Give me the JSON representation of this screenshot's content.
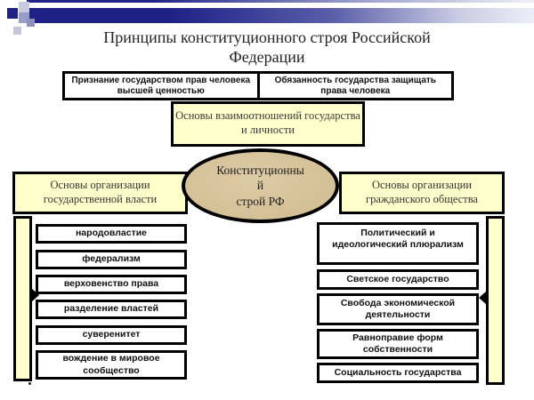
{
  "colors": {
    "accent_navy": "#1f2282",
    "pale_yellow": "#ffffcc",
    "parchment_tan": "#d4c096",
    "border_black": "#000000"
  },
  "title": "Принципы конституционного строя Российской Федерации",
  "top_row": {
    "left": "Признание государством прав человека высшей ценностью",
    "right": "Обязанность государства защищать права человека"
  },
  "relations_box": "Основы взаимоотношений государства и личности",
  "center_ellipse": {
    "line1": "Конституционны",
    "line2": "й",
    "line3": "строй РФ"
  },
  "left_branch": {
    "header": "Основы организации государственной власти",
    "items": [
      "народовластие",
      "федерализм",
      "верховенство права",
      "разделение властей",
      "суверенитет",
      "вождение в мировое сообщество"
    ]
  },
  "right_branch": {
    "header": "Основы организации гражданского общества",
    "items": [
      "Политический и идеологический плюрализм",
      "Светское государство",
      "Свобода экономической деятельности",
      "Равноправие форм собственности",
      "Социальность государства"
    ]
  }
}
